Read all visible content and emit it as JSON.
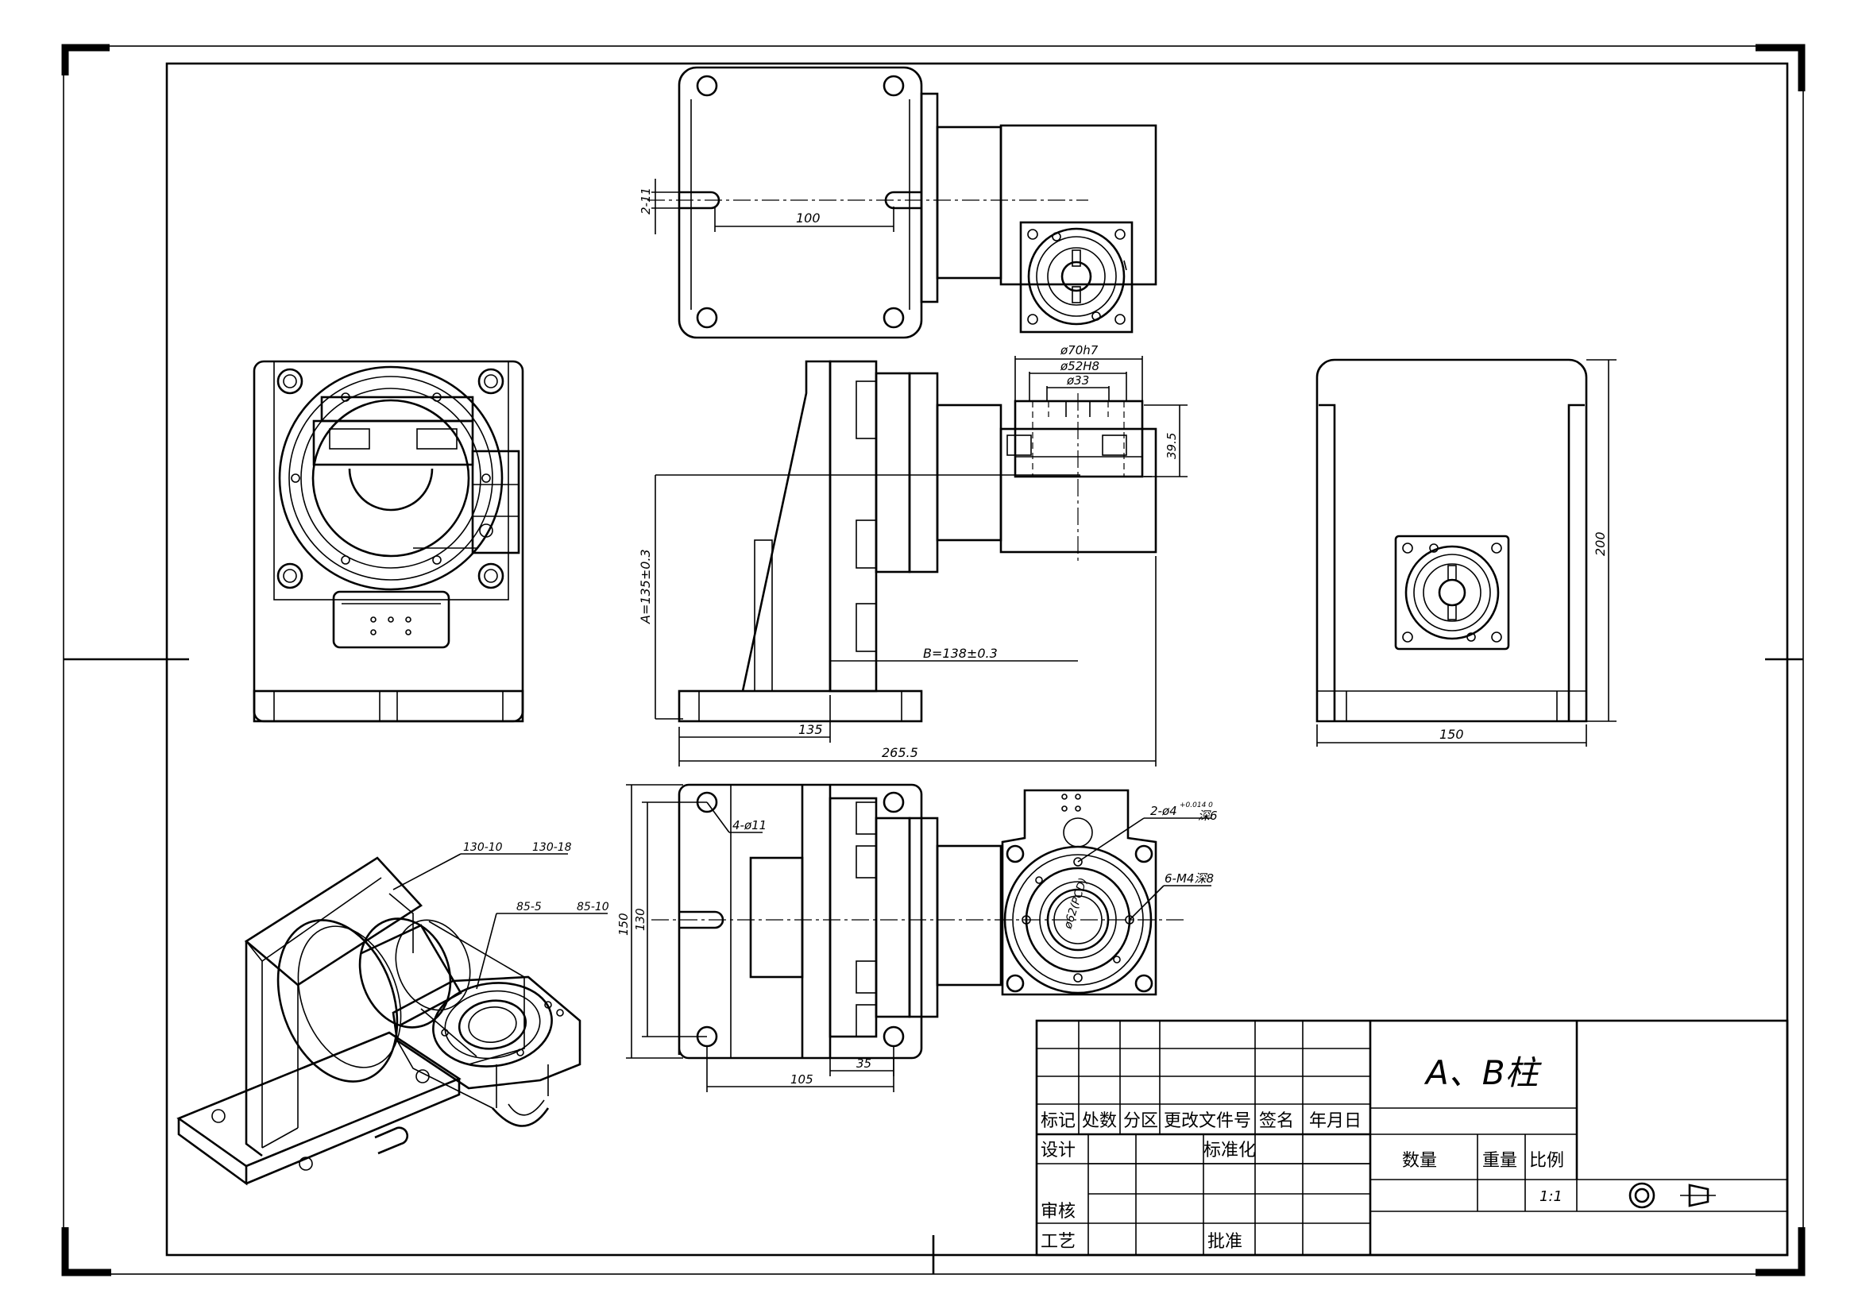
{
  "drawing": {
    "title": "A、B柱",
    "scale": "1:1"
  },
  "dimensions": {
    "slot_width": "2-11",
    "slot_pitch": "100",
    "flange_od": "ø70h7",
    "pilot_d": "ø52H8",
    "bore_d": "ø33",
    "flange_depth": "39.5",
    "height_a": "A=135±0.3",
    "dist_b": "B=138±0.3",
    "base_135": "135",
    "overall_len": "265.5",
    "right_height": "200",
    "right_width": "150",
    "holes": "4-ø11",
    "pin_holes": "2-ø4",
    "pin_tol": "+0.014 0",
    "pin_depth": "深6",
    "tapped": "6-M4深8",
    "pcd": "ø62(PCD)",
    "bottom_150": "150",
    "bottom_130": "130",
    "dim_105": "105",
    "dim_35": "35"
  },
  "balloons": [
    "130-10",
    "130-18",
    "85-5",
    "85-10"
  ],
  "title_block": {
    "header_labels": [
      "标记",
      "处数",
      "分区",
      "更改文件号",
      "签名",
      "年月日"
    ],
    "row_design": "设计",
    "row_standard": "标准化",
    "row_review": "审核",
    "row_process": "工艺",
    "row_approve": "批准",
    "quantity": "数量",
    "weight": "重量",
    "scale_label": "比例"
  },
  "symbols": {
    "projection": "first-angle-projection-icon"
  }
}
